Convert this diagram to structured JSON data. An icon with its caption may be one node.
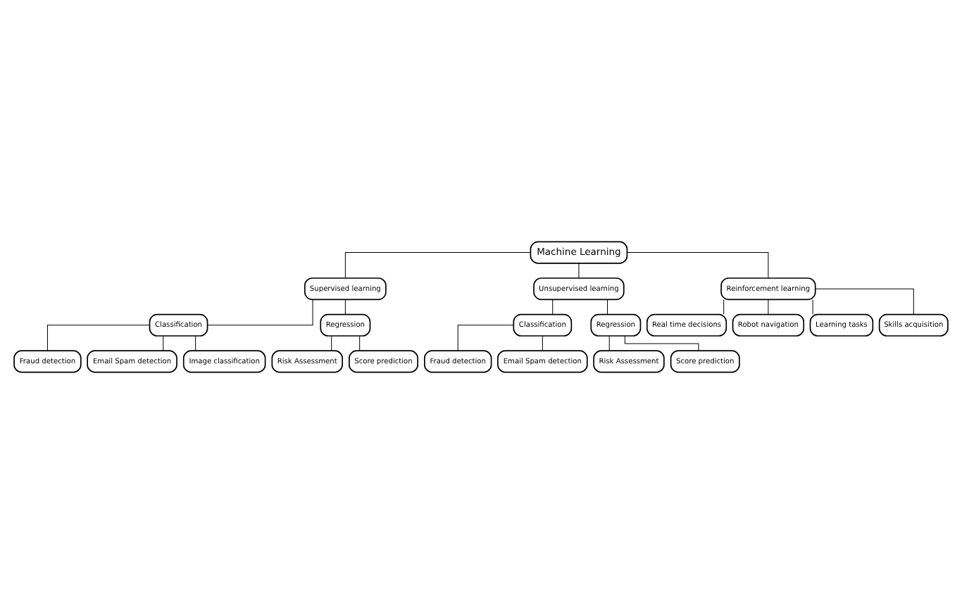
{
  "diagram": {
    "nodes": [
      {
        "text": [
          "Machine Learning"
        ]
      },
      {
        "text": [
          "Supervised learning"
        ]
      },
      {
        "text": [
          "Unsupervised learning"
        ]
      },
      {
        "text": [
          "Reinforcement learning"
        ]
      },
      {
        "text": [
          "Classification"
        ]
      },
      {
        "text": [
          "Regression"
        ]
      },
      {
        "text": [
          "Fraud detection"
        ]
      },
      {
        "text": [
          "Email Spam detection"
        ]
      },
      {
        "text": [
          "Image classification"
        ]
      },
      {
        "text": [
          "Risk Assessment"
        ]
      },
      {
        "text": [
          "Score prediction"
        ]
      },
      {
        "text": [
          "Classification"
        ]
      },
      {
        "text": [
          "Regression"
        ]
      },
      {
        "text": [
          "Fraud detection"
        ]
      },
      {
        "text": [
          "Email Spam detection"
        ]
      },
      {
        "text": [
          "Risk Assessment"
        ]
      },
      {
        "text": [
          "Score prediction"
        ]
      },
      {
        "text": [
          "Real time decisions"
        ]
      },
      {
        "text": [
          "Robot navigation"
        ]
      },
      {
        "text": [
          "Learning tasks"
        ]
      },
      {
        "text": [
          "Skills acquisition"
        ]
      }
    ],
    "edges": [
      {
        "from": 0,
        "to": 1,
        "arrow": "none"
      },
      {
        "from": 0,
        "to": 2,
        "arrow": "none"
      },
      {
        "from": 0,
        "to": 3,
        "arrow": "none"
      },
      {
        "from": 1,
        "to": 4,
        "arrow": "none"
      },
      {
        "from": 1,
        "to": 5,
        "arrow": "none"
      },
      {
        "from": 4,
        "to": 6,
        "arrow": "none"
      },
      {
        "from": 4,
        "to": 7,
        "arrow": "none"
      },
      {
        "from": 4,
        "to": 8,
        "arrow": "none"
      },
      {
        "from": 5,
        "to": 9,
        "arrow": "none"
      },
      {
        "from": 5,
        "to": 10,
        "arrow": "none"
      },
      {
        "from": 2,
        "to": 11,
        "arrow": "none"
      },
      {
        "from": 2,
        "to": 12,
        "arrow": "none"
      },
      {
        "from": 11,
        "to": 13,
        "arrow": "none"
      },
      {
        "from": 11,
        "to": 14,
        "arrow": "none"
      },
      {
        "from": 12,
        "to": 15,
        "arrow": "none"
      },
      {
        "from": 12,
        "to": 16,
        "arrow": "none"
      },
      {
        "from": 3,
        "to": 17,
        "arrow": "none"
      },
      {
        "from": 3,
        "to": 18,
        "arrow": "none"
      },
      {
        "from": 3,
        "to": 19,
        "arrow": "none"
      },
      {
        "from": 3,
        "to": 20,
        "arrow": "none"
      }
    ]
  }
}
